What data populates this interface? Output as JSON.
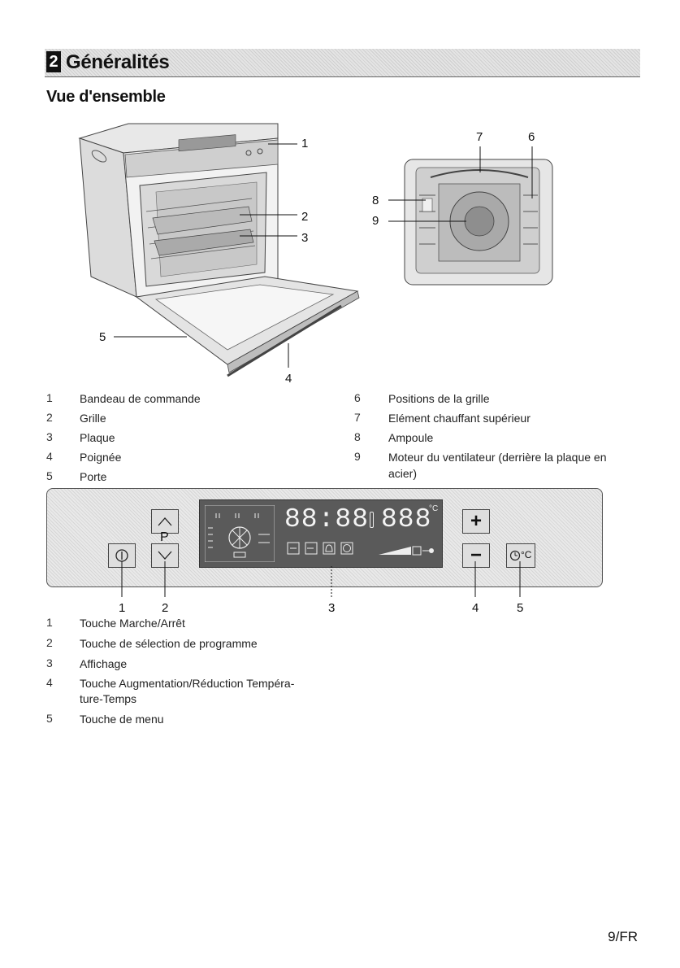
{
  "section": {
    "number": "2",
    "title": "Généralités"
  },
  "subtitle": "Vue d'ensemble",
  "oven_callouts": [
    "1",
    "2",
    "3",
    "4",
    "5"
  ],
  "interior_callouts": [
    "7",
    "6",
    "8",
    "9"
  ],
  "parts_left": [
    {
      "num": "1",
      "text": "Bandeau de commande"
    },
    {
      "num": "2",
      "text": "Grille"
    },
    {
      "num": "3",
      "text": "Plaque"
    },
    {
      "num": "4",
      "text": "Poignée"
    },
    {
      "num": "5",
      "text": "Porte"
    }
  ],
  "parts_right": [
    {
      "num": "6",
      "text": "Positions de la grille"
    },
    {
      "num": "7",
      "text": "Elément chauffant supérieur"
    },
    {
      "num": "8",
      "text": "Ampoule"
    },
    {
      "num": "9",
      "text": "Moteur du ventilateur (derrière la plaque en",
      "text2": "acier)"
    }
  ],
  "panel": {
    "p_label": "P",
    "display_time": "88:88",
    "display_temp": "888",
    "deg_unit": "°C",
    "menu_label": "°C",
    "plus": "+",
    "minus": "−",
    "callouts": [
      "1",
      "2",
      "3",
      "4",
      "5"
    ]
  },
  "controls": [
    {
      "num": "1",
      "text": "Touche Marche/Arrêt"
    },
    {
      "num": "2",
      "text": "Touche de sélection de programme"
    },
    {
      "num": "3",
      "text": "Affichage"
    },
    {
      "num": "4",
      "text": "Touche Augmentation/Réduction Tempéra-",
      "text2": "ture-Temps"
    },
    {
      "num": "5",
      "text": "Touche de menu"
    }
  ],
  "page_number": "9/FR",
  "icons": [
    "power-icon",
    "chevron-up-icon",
    "chevron-down-icon",
    "plus-icon",
    "minus-icon",
    "clock-icon",
    "fan-icon",
    "bell-icon"
  ]
}
